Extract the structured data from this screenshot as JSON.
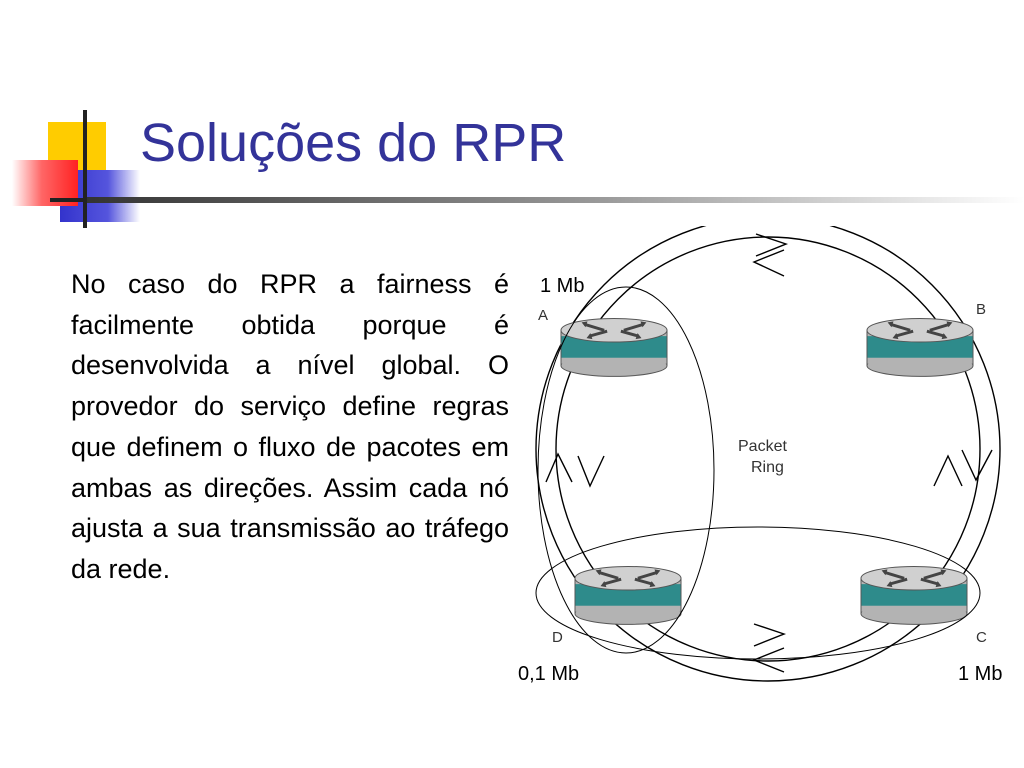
{
  "slide": {
    "title": "Soluções do RPR",
    "body": "No caso do RPR a fairness é facilmente obtida porque é desenvolvida a nível global. O provedor do serviço define regras que definem o fluxo de pacotes em ambas as direções. Assim cada nó ajusta a sua transmissão ao tráfego da rede."
  },
  "diagram": {
    "ring_label_line1": "Packet",
    "ring_label_line2": "Ring",
    "nodes": [
      {
        "id": "A"
      },
      {
        "id": "B"
      },
      {
        "id": "C"
      },
      {
        "id": "D"
      }
    ],
    "rates": {
      "top_left": "1 Mb",
      "bottom_left": "0,1 Mb",
      "bottom_right": "1 Mb"
    }
  },
  "colors": {
    "title": "#333399",
    "router_band": "#2e8b8b",
    "router_body": "#b3b3b3",
    "logo_yellow": "#ffcc00",
    "logo_blue": "#3333cc",
    "logo_red": "#ff3333"
  }
}
